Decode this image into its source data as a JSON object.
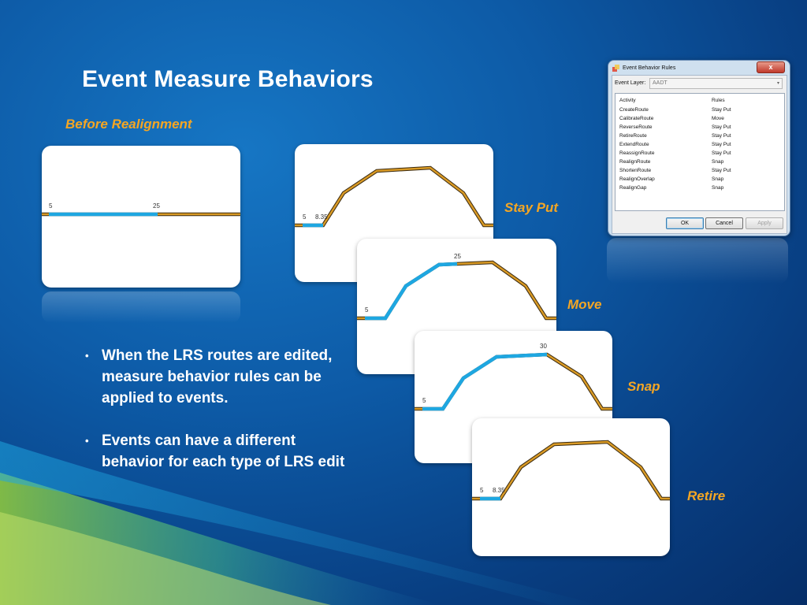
{
  "slide": {
    "title": "Event Measure Behaviors",
    "labels": {
      "before": "Before Realignment",
      "stay_put": "Stay Put",
      "move": "Move",
      "snap": "Snap",
      "retire": "Retire"
    },
    "bullets": [
      "When the LRS routes are edited, measure behavior rules can be applied to events.",
      "Events can have a different behavior for each type of LRS edit"
    ],
    "bullet_glyph": "•"
  },
  "panels": {
    "before": {
      "labels": [
        "5",
        "25"
      ]
    },
    "stay_put": {
      "labels": [
        "5",
        "8.35"
      ]
    },
    "move": {
      "labels": [
        "5",
        "25"
      ]
    },
    "snap": {
      "labels": [
        "5",
        "30"
      ]
    },
    "retire": {
      "labels": [
        "5",
        "8.35"
      ]
    }
  },
  "colors": {
    "event": "#1ea7e1",
    "route": "#d99a25",
    "route_outline": "#3a2a10",
    "label_accent": "#f5a623"
  },
  "dialog": {
    "title": "Event Behavior Rules",
    "close_glyph": "x",
    "event_layer_label": "Event Layer:",
    "event_layer_value": "AADT",
    "dropdown_arrow": "▾",
    "columns": [
      "Activity",
      "Rules"
    ],
    "rows": [
      [
        "CreateRoute",
        "Stay Put"
      ],
      [
        "CalibrateRoute",
        "Move"
      ],
      [
        "ReverseRoute",
        "Stay Put"
      ],
      [
        "RetireRoute",
        "Stay Put"
      ],
      [
        "ExtendRoute",
        "Stay Put"
      ],
      [
        "ReassignRoute",
        "Stay Put"
      ],
      [
        "RealignRoute",
        "Snap"
      ],
      [
        "ShortenRoute",
        "Stay Put"
      ],
      [
        "RealignOverlap",
        "Snap"
      ],
      [
        "RealignGap",
        "Snap"
      ]
    ],
    "buttons": {
      "ok": "OK",
      "cancel": "Cancel",
      "apply": "Apply"
    }
  }
}
